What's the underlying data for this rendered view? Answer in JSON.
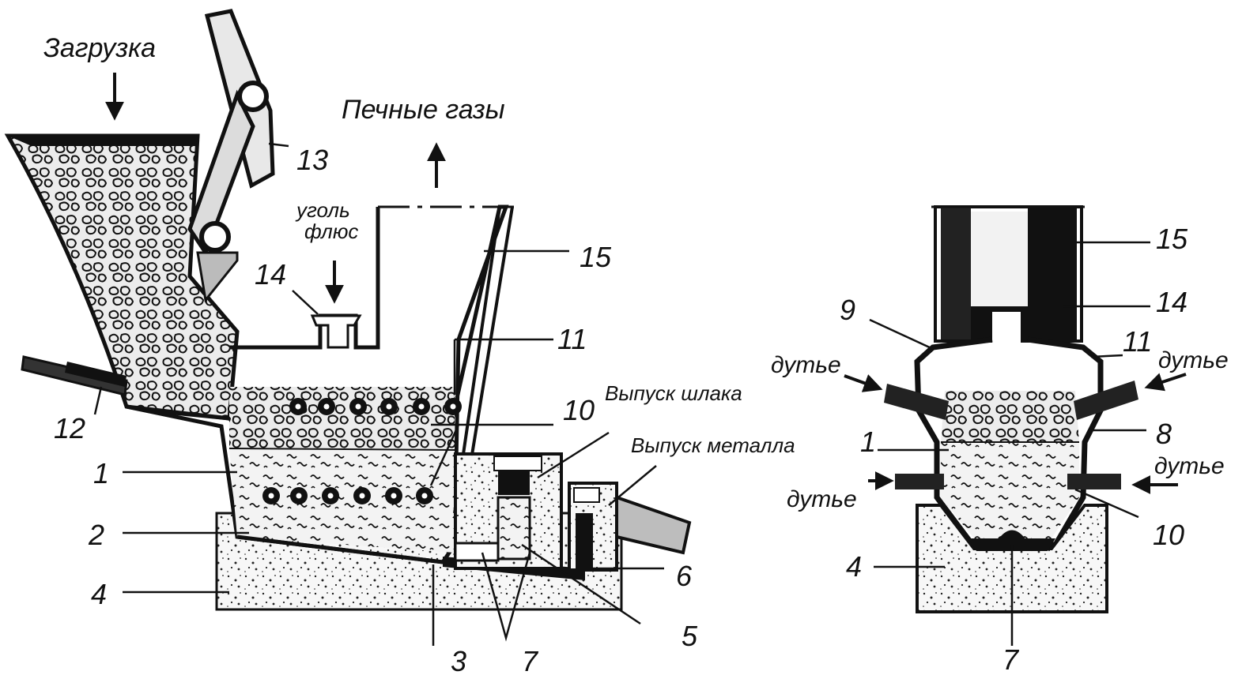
{
  "left_labels": {
    "loading": "Загрузка",
    "furnace_gases": "Печные газы",
    "coal": "уголь",
    "flux": "флюс",
    "slag_tap": "Выпуск шлака",
    "metal_tap": "Выпуск металла",
    "n1": "1",
    "n2": "2",
    "n3": "3",
    "n4": "4",
    "n5": "5",
    "n6": "6",
    "n7": "7",
    "n10": "10",
    "n11": "11",
    "n12": "12",
    "n13": "13",
    "n14": "14",
    "n15": "15"
  },
  "right_labels": {
    "blast_left_top": "дутье",
    "blast_right_top": "дутье",
    "blast_left_bottom": "дутье",
    "blast_right_bottom": "дутье",
    "n1": "1",
    "n4": "4",
    "n7": "7",
    "n8": "8",
    "n9": "9",
    "n10": "10",
    "n11": "11",
    "n14": "14",
    "n15": "15"
  },
  "colors": {
    "ink": "#111111",
    "fill": "#f4f4f4",
    "background": "#ffffff"
  }
}
